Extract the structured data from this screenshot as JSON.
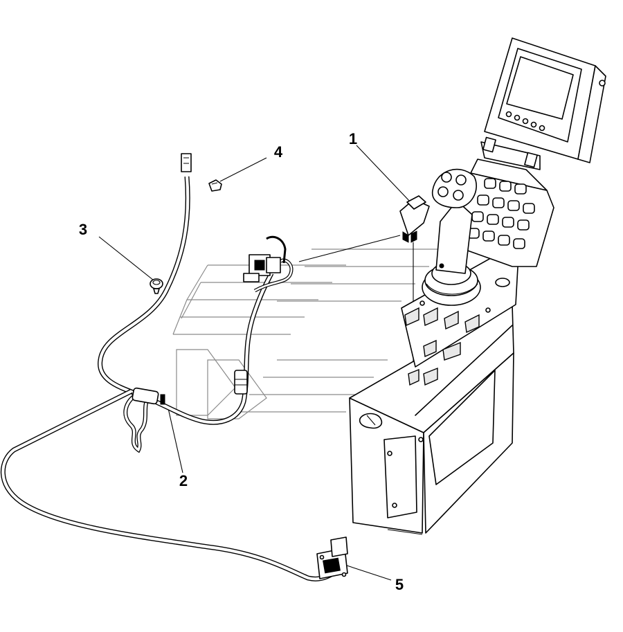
{
  "callouts": [
    {
      "id": "callout-1",
      "label": "1"
    },
    {
      "id": "callout-2",
      "label": "2"
    },
    {
      "id": "callout-3",
      "label": "3"
    },
    {
      "id": "callout-4",
      "label": "4"
    },
    {
      "id": "callout-5",
      "label": "5"
    }
  ],
  "colors": {
    "line": "#000000",
    "background": "#ffffff",
    "watermark": "#8a8a8a"
  }
}
